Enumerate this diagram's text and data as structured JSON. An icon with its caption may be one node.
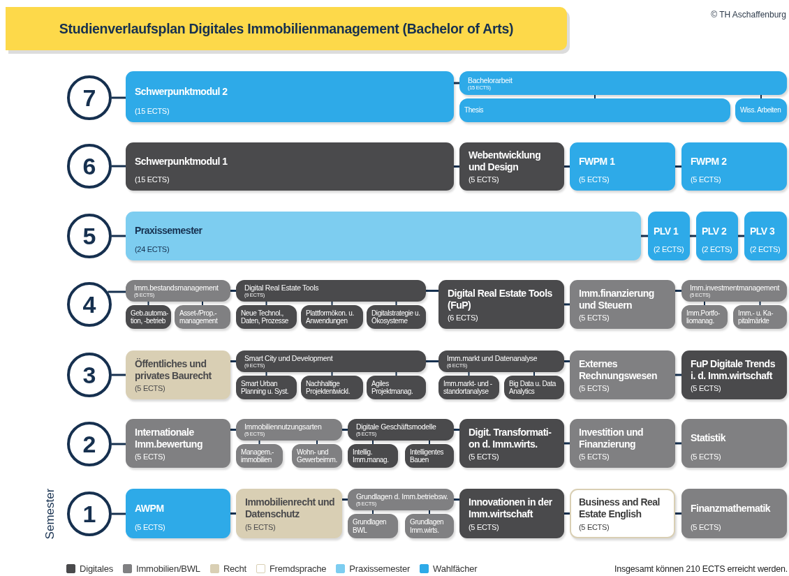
{
  "diagram": {
    "title": "Studienverlaufsplan Digitales Immobilienmanagement (Bachelor of Arts)",
    "nodes": [
      {
        "text": [
          "7"
        ]
      },
      {
        "text": [
          "Schwerpunktmodul 2",
          "(15 ECTS)"
        ]
      },
      {
        "text": [
          "Bachelorarbeit",
          "(15 ECTS)"
        ]
      },
      {
        "text": [
          "Thesis"
        ]
      },
      {
        "text": [
          "Wiss. Arbeiten"
        ]
      },
      {
        "text": [
          "6"
        ]
      },
      {
        "text": [
          "Schwerpunktmodul 1",
          "(15 ECTS)"
        ]
      },
      {
        "text": [
          "Webentwicklung und Design",
          "(5 ECTS)"
        ]
      },
      {
        "text": [
          "FWPM 1",
          "(5 ECTS)"
        ]
      },
      {
        "text": [
          "FWPM 2",
          "(5 ECTS)"
        ]
      },
      {
        "text": [
          "5"
        ]
      },
      {
        "text": [
          "Praxissemester",
          "(24 ECTS)"
        ]
      },
      {
        "text": [
          "PLV 1",
          "(2 ECTS)"
        ]
      },
      {
        "text": [
          "PLV 2",
          "(2 ECTS)"
        ]
      },
      {
        "text": [
          "PLV 3",
          "(2 ECTS)"
        ]
      },
      {
        "text": [
          "4"
        ]
      },
      {
        "text": [
          "Imm.bestandsmanagement",
          "(5 ECTS)"
        ]
      },
      {
        "text": [
          "Geb.automa- tion, -betrieb"
        ]
      },
      {
        "text": [
          "Asset-/Prop.- management"
        ]
      },
      {
        "text": [
          "Digital Real Estate Tools",
          "(9 ECTS)"
        ]
      },
      {
        "text": [
          "Neue Technol., Daten, Prozesse"
        ]
      },
      {
        "text": [
          "Plattformökon. u. Anwendungen"
        ]
      },
      {
        "text": [
          "Digitalstrategie u. Ökosysteme"
        ]
      },
      {
        "text": [
          "Digital Real Estate Tools (FuP)",
          "(6 ECTS)"
        ]
      },
      {
        "text": [
          "Imm.finanzierung und Steuern",
          "(5 ECTS)"
        ]
      },
      {
        "text": [
          "Imm.investmentmanagement",
          "(5 ECTS)"
        ]
      },
      {
        "text": [
          "Imm.Portfo- liomanag."
        ]
      },
      {
        "text": [
          "Imm.- u. Ka- pitalmärkte"
        ]
      },
      {
        "text": [
          "3"
        ]
      },
      {
        "text": [
          "Öffentliches und privates Baurecht",
          "(5 ECTS)"
        ]
      },
      {
        "text": [
          "Smart City und Development",
          "(9 ECTS)"
        ]
      },
      {
        "text": [
          "Smart Urban Planning u. Syst."
        ]
      },
      {
        "text": [
          "Nachhaltige Projektentwickl."
        ]
      },
      {
        "text": [
          "Agiles Projektmanag."
        ]
      },
      {
        "text": [
          "Imm.markt und Datenanalyse",
          "(6 ECTS)"
        ]
      },
      {
        "text": [
          "Imm.markt- und -standortanalyse"
        ]
      },
      {
        "text": [
          "Big Data u. Data Analytics"
        ]
      },
      {
        "text": [
          "Externes Rechnungswesen",
          "(5 ECTS)"
        ]
      },
      {
        "text": [
          "FuP Digitale Trends i. d. Imm.wirtschaft",
          "(5 ECTS)"
        ]
      },
      {
        "text": [
          "2"
        ]
      },
      {
        "text": [
          "Internationale Imm.bewertung",
          "(5 ECTS)"
        ]
      },
      {
        "text": [
          "Immobiliennutzungsarten",
          "(5 ECTS)"
        ]
      },
      {
        "text": [
          "Managem.- immobilien"
        ]
      },
      {
        "text": [
          "Wohn- und Gewerbeimm."
        ]
      },
      {
        "text": [
          "Digitale Geschäftsmodelle",
          "(5 ECTS)"
        ]
      },
      {
        "text": [
          "Intellig. Imm.manag."
        ]
      },
      {
        "text": [
          "Intelligentes Bauen"
        ]
      },
      {
        "text": [
          "Digit. Transformati- on d. Imm.wirts.",
          "(5 ECTS)"
        ]
      },
      {
        "text": [
          "Investition und Finanzierung",
          "(5 ECTS)"
        ]
      },
      {
        "text": [
          "Statistik",
          "(5 ECTS)"
        ]
      },
      {
        "text": [
          "1"
        ]
      },
      {
        "text": [
          "AWPM",
          "(5 ECTS)"
        ]
      },
      {
        "text": [
          "Immobilienrecht und Datenschutz",
          "(5 ECTS)"
        ]
      },
      {
        "text": [
          "Grundlagen d. Imm.betriebsw.",
          "(5 ECTS)"
        ]
      },
      {
        "text": [
          "Grundlagen BWL"
        ]
      },
      {
        "text": [
          "Grundlagen Imm.wirts."
        ]
      },
      {
        "text": [
          "Innovationen in der Imm.wirtschaft",
          "(5 ECTS)"
        ]
      },
      {
        "text": [
          "Business and Real Estate English",
          "(5 ECTS)"
        ]
      },
      {
        "text": [
          "Finanzmathematik",
          "(5 ECTS)"
        ]
      }
    ],
    "edges": [
      {
        "from": 0,
        "to": 1,
        "arrow": "none"
      },
      {
        "from": 1,
        "to": 2,
        "arrow": "none"
      },
      {
        "from": 2,
        "to": 3,
        "arrow": "none"
      },
      {
        "from": 2,
        "to": 4,
        "arrow": "none"
      },
      {
        "from": 5,
        "to": 6,
        "arrow": "none"
      },
      {
        "from": 6,
        "to": 7,
        "arrow": "none"
      },
      {
        "from": 7,
        "to": 8,
        "arrow": "none"
      },
      {
        "from": 8,
        "to": 9,
        "arrow": "none"
      },
      {
        "from": 10,
        "to": 11,
        "arrow": "none"
      },
      {
        "from": 11,
        "to": 12,
        "arrow": "none"
      },
      {
        "from": 12,
        "to": 13,
        "arrow": "none"
      },
      {
        "from": 13,
        "to": 14,
        "arrow": "none"
      },
      {
        "from": 15,
        "to": 16,
        "arrow": "none"
      },
      {
        "from": 16,
        "to": 17,
        "arrow": "none"
      },
      {
        "from": 16,
        "to": 18,
        "arrow": "none"
      },
      {
        "from": 16,
        "to": 19,
        "arrow": "none"
      },
      {
        "from": 19,
        "to": 20,
        "arrow": "none"
      },
      {
        "from": 19,
        "to": 21,
        "arrow": "none"
      },
      {
        "from": 19,
        "to": 22,
        "arrow": "none"
      },
      {
        "from": 19,
        "to": 23,
        "arrow": "none"
      },
      {
        "from": 23,
        "to": 24,
        "arrow": "none"
      },
      {
        "from": 24,
        "to": 25,
        "arrow": "none"
      },
      {
        "from": 25,
        "to": 26,
        "arrow": "none"
      },
      {
        "from": 25,
        "to": 27,
        "arrow": "none"
      },
      {
        "from": 28,
        "to": 29,
        "arrow": "none"
      },
      {
        "from": 29,
        "to": 30,
        "arrow": "none"
      },
      {
        "from": 30,
        "to": 31,
        "arrow": "none"
      },
      {
        "from": 30,
        "to": 32,
        "arrow": "none"
      },
      {
        "from": 30,
        "to": 33,
        "arrow": "none"
      },
      {
        "from": 30,
        "to": 34,
        "arrow": "none"
      },
      {
        "from": 34,
        "to": 35,
        "arrow": "none"
      },
      {
        "from": 34,
        "to": 36,
        "arrow": "none"
      },
      {
        "from": 34,
        "to": 37,
        "arrow": "none"
      },
      {
        "from": 37,
        "to": 38,
        "arrow": "none"
      },
      {
        "from": 39,
        "to": 40,
        "arrow": "none"
      },
      {
        "from": 40,
        "to": 41,
        "arrow": "none"
      },
      {
        "from": 41,
        "to": 42,
        "arrow": "none"
      },
      {
        "from": 41,
        "to": 43,
        "arrow": "none"
      },
      {
        "from": 41,
        "to": 44,
        "arrow": "none"
      },
      {
        "from": 44,
        "to": 45,
        "arrow": "none"
      },
      {
        "from": 44,
        "to": 46,
        "arrow": "none"
      },
      {
        "from": 44,
        "to": 47,
        "arrow": "none"
      },
      {
        "from": 47,
        "to": 48,
        "arrow": "none"
      },
      {
        "from": 48,
        "to": 49,
        "arrow": "none"
      },
      {
        "from": 50,
        "to": 51,
        "arrow": "none"
      },
      {
        "from": 51,
        "to": 52,
        "arrow": "none"
      },
      {
        "from": 52,
        "to": 53,
        "arrow": "none"
      },
      {
        "from": 53,
        "to": 54,
        "arrow": "none"
      },
      {
        "from": 53,
        "to": 55,
        "arrow": "none"
      },
      {
        "from": 53,
        "to": 56,
        "arrow": "none"
      },
      {
        "from": 56,
        "to": 57,
        "arrow": "none"
      },
      {
        "from": 57,
        "to": 58,
        "arrow": "none"
      }
    ],
    "labels": [
      "© TH Aschaffenburg",
      "Semester",
      "Insgesamt können 210 ECTS erreicht werden."
    ],
    "legend": [
      {
        "text": "Digitales",
        "color": "#4a4a4c"
      },
      {
        "text": "Immobilien/BWL",
        "color": "#808082"
      },
      {
        "text": "Recht",
        "color": "#d9cfb4"
      },
      {
        "text": "Fremdsprache",
        "color": "#ffffff"
      },
      {
        "text": "Praxissemester",
        "color": "#7dcdf0"
      },
      {
        "text": "Wahlfächer",
        "color": "#2eaae8"
      }
    ]
  }
}
